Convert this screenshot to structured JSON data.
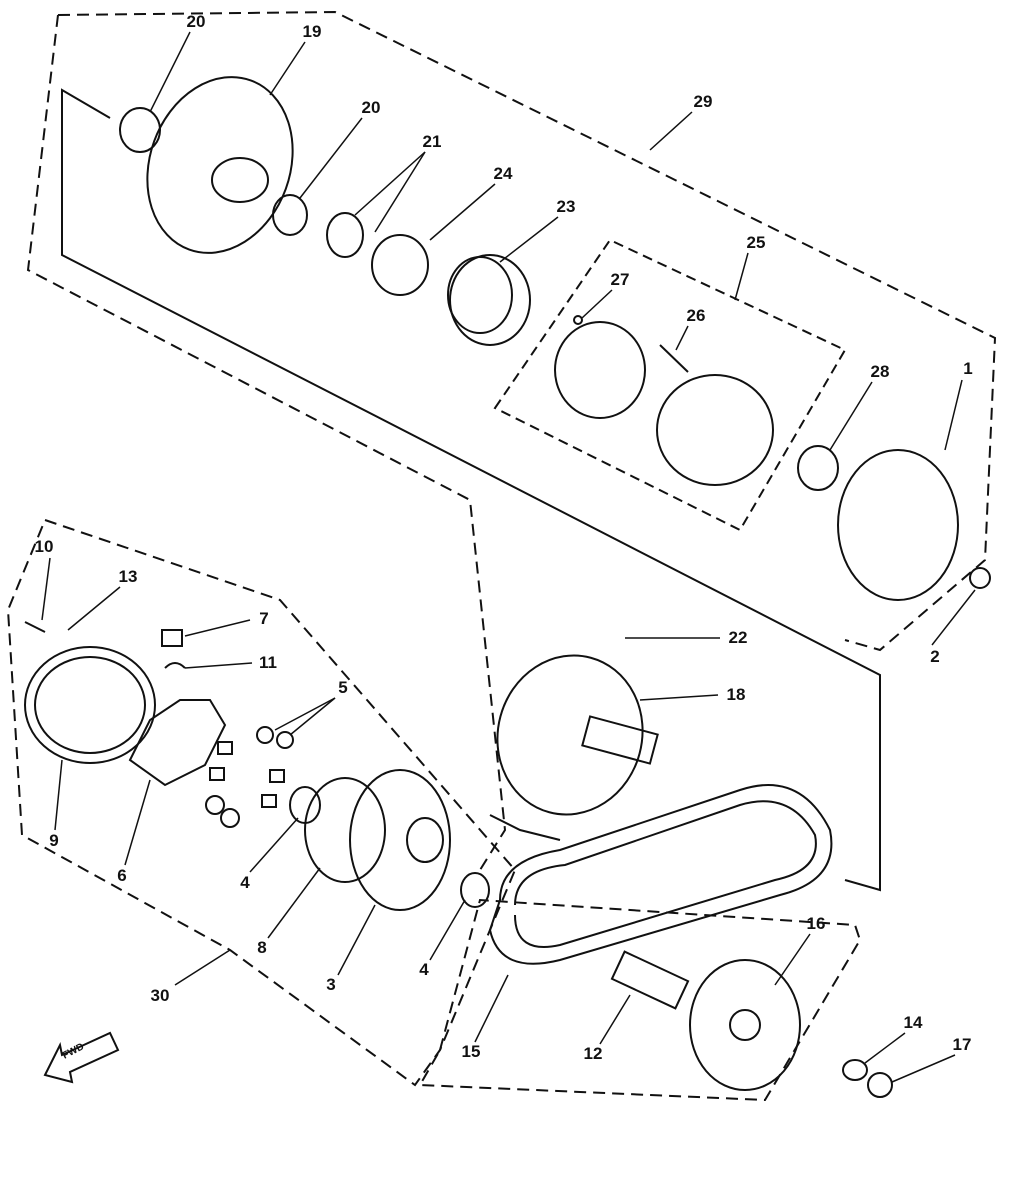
{
  "diagram": {
    "labels": [
      "20",
      "19",
      "20",
      "21",
      "24",
      "23",
      "29",
      "25",
      "27",
      "26",
      "28",
      "1",
      "2",
      "22",
      "18",
      "10",
      "13",
      "7",
      "11",
      "5",
      "9",
      "6",
      "4",
      "8",
      "3",
      "4",
      "30",
      "15",
      "12",
      "16",
      "14",
      "17"
    ],
    "fwd": "FWD"
  },
  "colors": {
    "ink": "#111111",
    "background": "#ffffff"
  }
}
